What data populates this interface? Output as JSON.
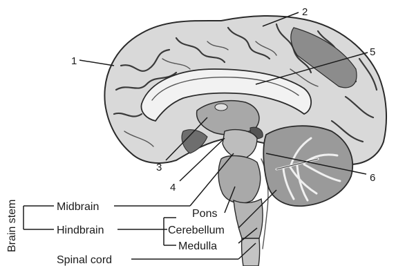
{
  "labels": {
    "n1": "1",
    "n2": "2",
    "n3": "3",
    "n4": "4",
    "n5": "5",
    "n6": "6",
    "brain_stem": "Brain stem",
    "midbrain": "Midbrain",
    "hindbrain": "Hindbrain",
    "pons": "Pons",
    "cerebellum": "Cerebellum",
    "medulla": "Medulla",
    "spinal_cord": "Spinal cord"
  },
  "colors": {
    "cortex": "#d9d9d9",
    "sulcus": "#3a3a3a",
    "deep": "#8c8c8c",
    "brainstem": "#b5b5b5",
    "cerebellum": "#9a9a9a",
    "ink": "#1a1a1a"
  }
}
